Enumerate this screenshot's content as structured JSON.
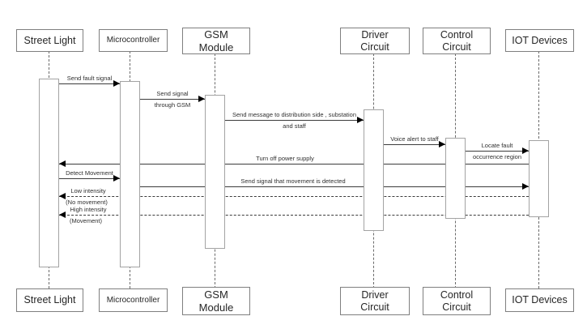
{
  "diagram_type": "uml-sequence-diagram",
  "colors": {
    "background": "#ffffff",
    "box_border": "#7f7f7f",
    "activation_bar_border": "#a3a3a3",
    "message_line": "#3c3c3c",
    "arrowhead": "#000000",
    "text": "#262626"
  },
  "participants": [
    {
      "name": "Street Light",
      "lines": [
        "Street Light"
      ]
    },
    {
      "name": "Microcontroller",
      "lines": [
        "Microcontroller"
      ]
    },
    {
      "name": "GSM Module",
      "lines": [
        "GSM",
        "Module"
      ]
    },
    {
      "name": "Driver Circuit",
      "lines": [
        "Driver",
        "Circuit"
      ]
    },
    {
      "name": "Control Circuit",
      "lines": [
        "Control",
        "Circuit"
      ]
    },
    {
      "name": "IOT Devices",
      "lines": [
        "IOT Devices"
      ]
    }
  ],
  "messages": [
    {
      "label": "Send fault signal",
      "from": "Street Light",
      "to": "Microcontroller",
      "line_style": "solid"
    },
    {
      "label": "Send signal through GSM",
      "label_lines": [
        "Send signal",
        "through GSM"
      ],
      "from": "Microcontroller",
      "to": "GSM Module",
      "line_style": "solid"
    },
    {
      "label": "Send message to distribution side , substation and staff",
      "label_lines": [
        "Send message to distribution side , substation",
        "and staff"
      ],
      "from": "GSM Module",
      "to": "Driver Circuit",
      "line_style": "solid"
    },
    {
      "label": "Voice alert to staff",
      "from": "Driver Circuit",
      "to": "Control Circuit",
      "line_style": "solid"
    },
    {
      "label": "Locate fault occurrence region",
      "label_lines": [
        "Locate fault",
        "occurrence region"
      ],
      "from": "Control Circuit",
      "to": "IOT Devices",
      "line_style": "solid"
    },
    {
      "label": "Turn off power supply",
      "from": "IOT Devices",
      "to": "Street Light",
      "line_style": "solid"
    },
    {
      "label": "Detect Movement",
      "from": "Street Light",
      "to": "Microcontroller",
      "line_style": "solid"
    },
    {
      "label": "Send signal that movement is detected",
      "from": "Microcontroller",
      "to": "IOT Devices",
      "line_style": "solid"
    },
    {
      "label": "Low intensity (No movement)",
      "label_lines": [
        "Low intensity",
        "(No movement)"
      ],
      "from": "IOT Devices",
      "to": "Street Light",
      "line_style": "dashed"
    },
    {
      "label": "High intensity (Movement)",
      "label_lines": [
        "High intensity",
        "(Movement)"
      ],
      "from": "IOT Devices",
      "to": "Street Light",
      "line_style": "dashed"
    }
  ]
}
